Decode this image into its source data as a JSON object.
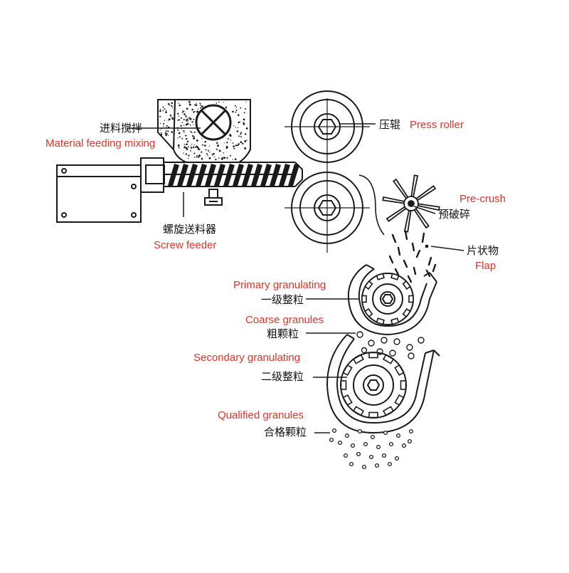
{
  "colors": {
    "line": "#1a1a1a",
    "label_en": "#e0352b",
    "label_zh": "#111111",
    "background": "#ffffff"
  },
  "labels": {
    "feeding_zh": "进料搅拌",
    "feeding_en": "Material feeding mixing",
    "screw_zh": "螺旋送料器",
    "screw_en": "Screw feeder",
    "roller_zh": "压辊",
    "roller_en": "Press roller",
    "precrush_en": "Pre-crush",
    "precrush_zh": "预破碎",
    "flap_zh": "片状物",
    "flap_en": "Flap",
    "primary_en": "Primary granulating",
    "primary_zh": "一级整粒",
    "coarse_en": "Coarse granules",
    "coarse_zh": "粗颗粒",
    "secondary_en": "Secondary granulating",
    "secondary_zh": "二级整粒",
    "qualified_en": "Qualified granules",
    "qualified_zh": "合格颗粒"
  }
}
